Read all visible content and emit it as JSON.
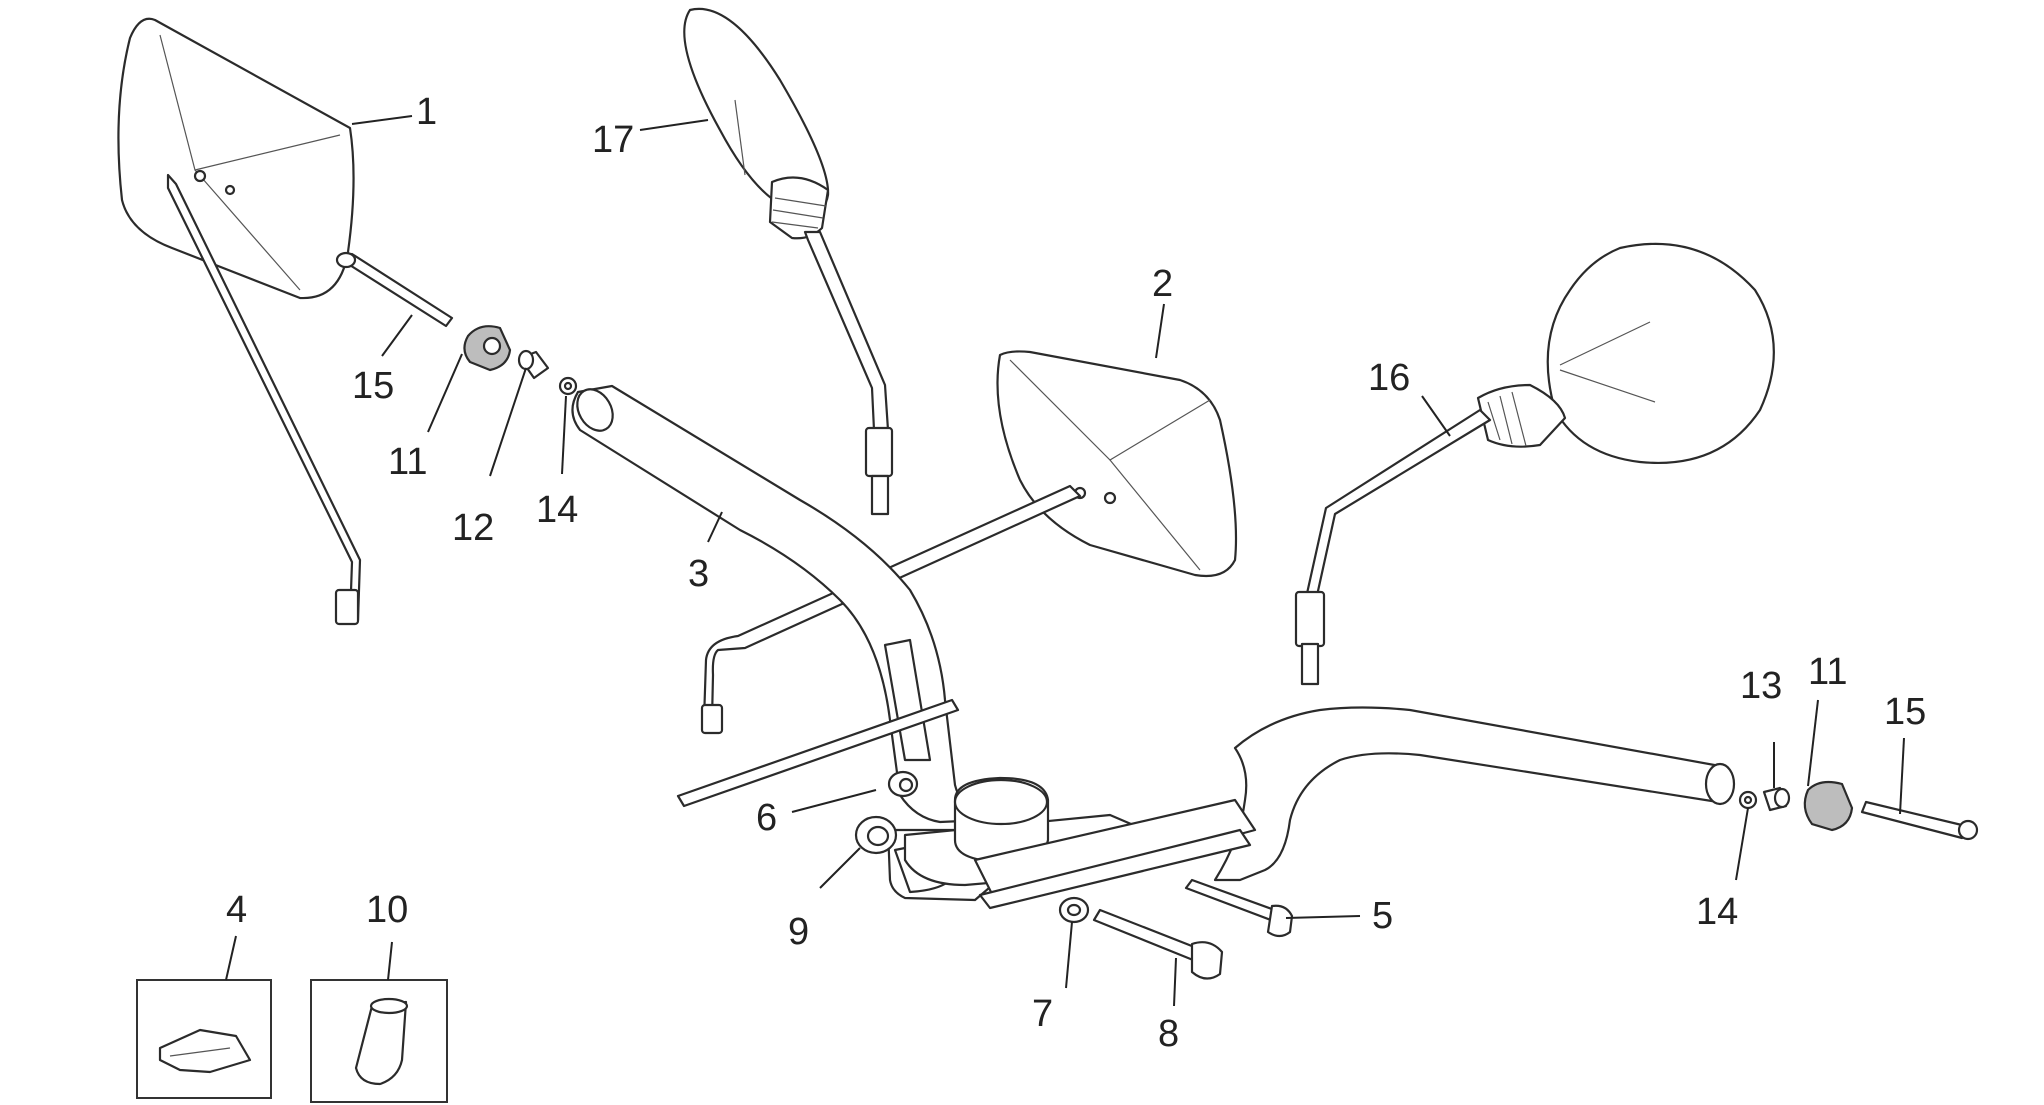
{
  "diagram": {
    "callouts": {
      "c1": "1",
      "c2": "2",
      "c3": "3",
      "c4": "4",
      "c5": "5",
      "c6": "6",
      "c7": "7",
      "c8": "8",
      "c9": "9",
      "c10": "10",
      "c11a": "11",
      "c11b": "11",
      "c12": "12",
      "c13": "13",
      "c14a": "14",
      "c14b": "14",
      "c15a": "15",
      "c15b": "15",
      "c16": "16",
      "c17": "17"
    }
  }
}
